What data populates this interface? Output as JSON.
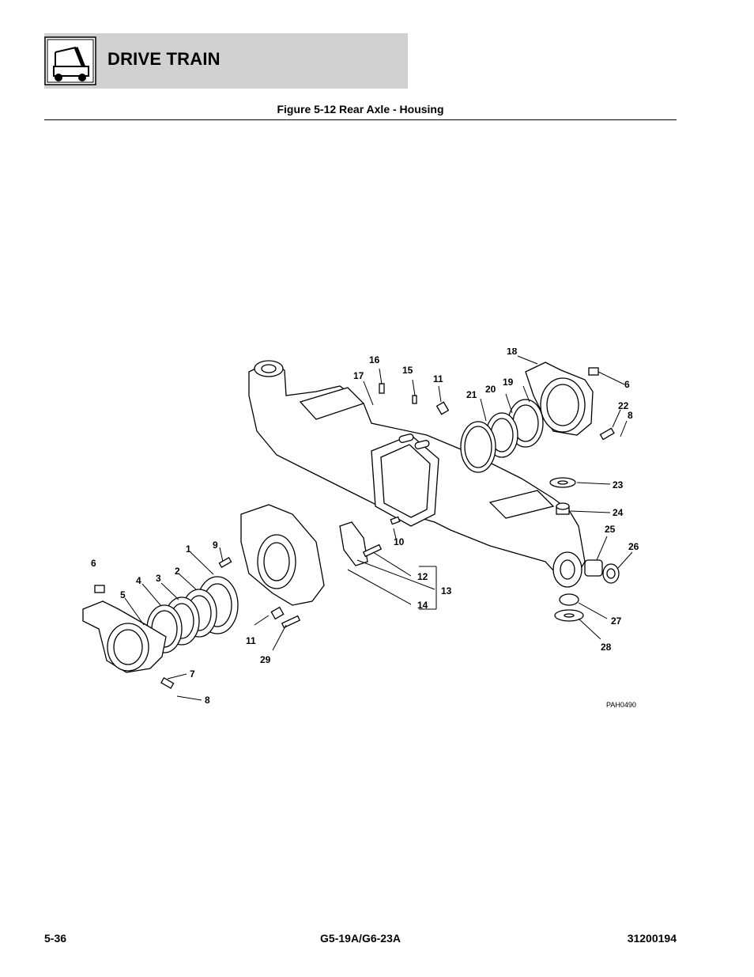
{
  "header": {
    "section_title": "DRIVE TRAIN",
    "icon": "forklift-icon"
  },
  "figure": {
    "caption": "Figure 5-12 Rear Axle - Housing",
    "drawing_code": "PAH0490",
    "callouts": [
      "1",
      "2",
      "3",
      "4",
      "5",
      "6",
      "6",
      "7",
      "8",
      "8",
      "9",
      "10",
      "11",
      "11",
      "12",
      "13",
      "14",
      "15",
      "16",
      "17",
      "18",
      "19",
      "20",
      "21",
      "22",
      "23",
      "24",
      "25",
      "26",
      "27",
      "28",
      "29"
    ]
  },
  "footer": {
    "page_number": "5-36",
    "model": "G5-19A/G6-23A",
    "doc_number": "31200194"
  }
}
